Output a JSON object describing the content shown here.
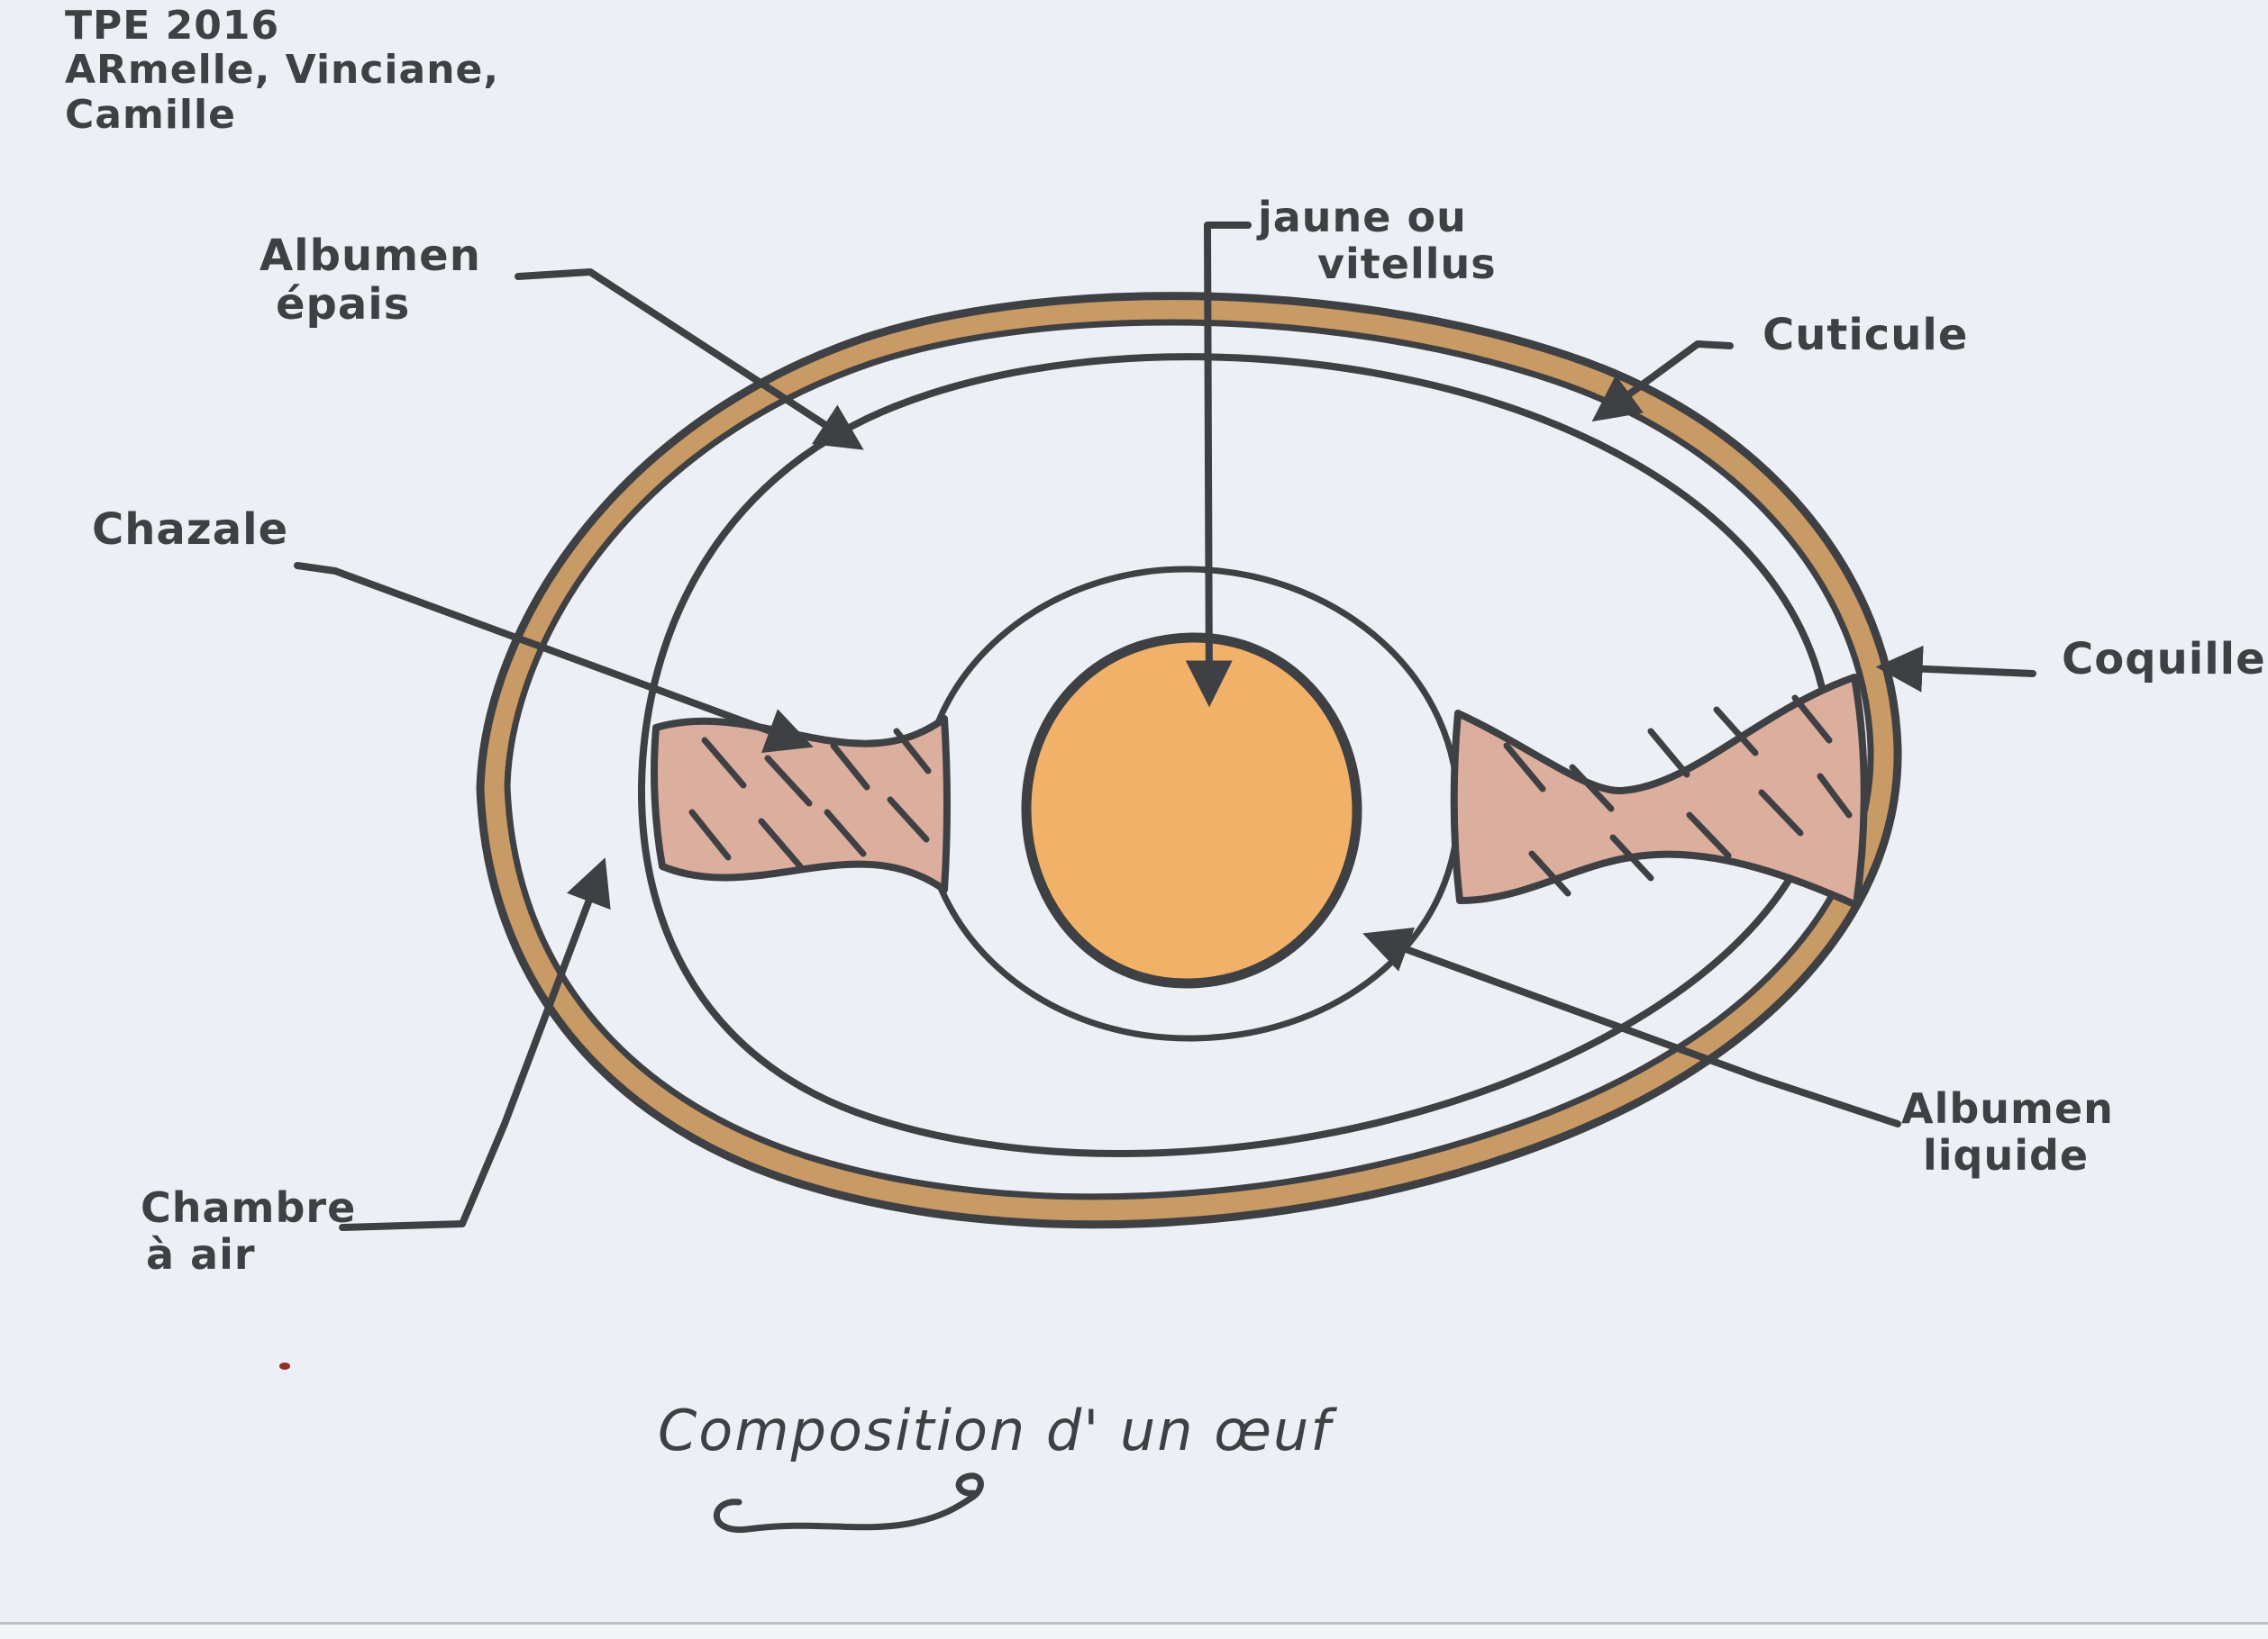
{
  "colors": {
    "paper": "#edeff6",
    "ink": "#3f4043",
    "shell": "#c89a66",
    "yolk": "#f2b168",
    "chalaza": "#dcae9e",
    "pencil": "#c5c9d3",
    "red-dot": "#8e2f2a",
    "scan-edge": "#b9c1cd"
  },
  "header": {
    "line1": "TPE 2016",
    "line2": "ARmelle, Vinciane,",
    "line3": "Camille"
  },
  "labels": {
    "albumen_epais": {
      "line1": "Albumen",
      "line2": "épais"
    },
    "chazale": {
      "text": "Chazale"
    },
    "jaune": {
      "line1": "jaune ou",
      "line2": "vitellus"
    },
    "cuticule": {
      "text": "Cuticule"
    },
    "coquille": {
      "text": "Coquille"
    },
    "albumen_liquide": {
      "line1": "Albumen",
      "line2": "liquide"
    },
    "chambre_air": {
      "line1": "Chambre",
      "line2": "à air"
    }
  },
  "title": {
    "text": "Composition d' un œuf"
  }
}
